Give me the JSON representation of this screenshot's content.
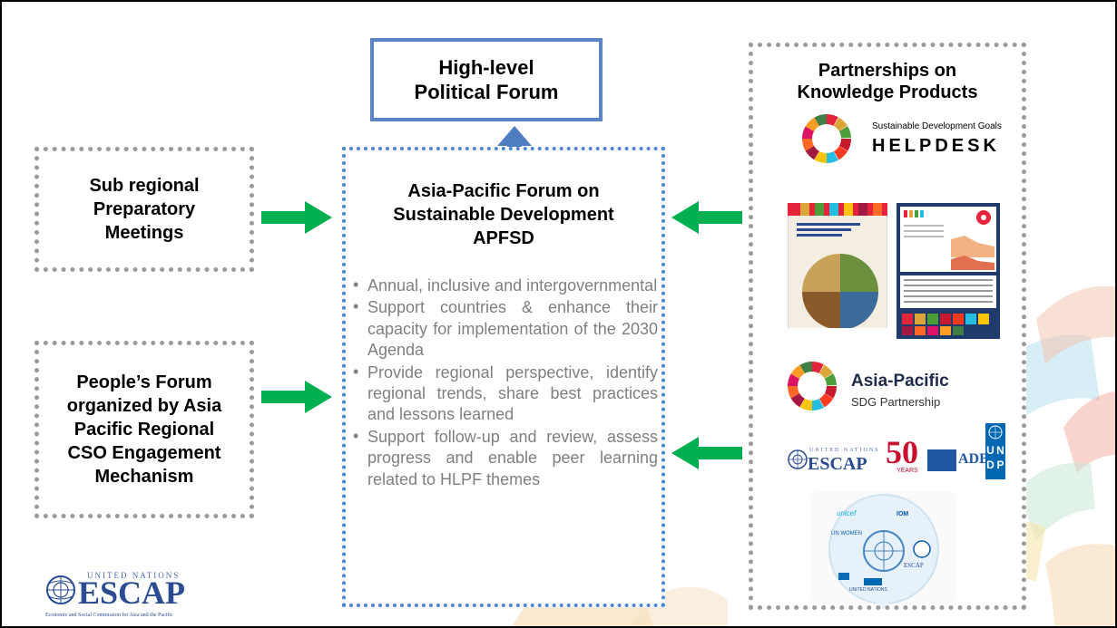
{
  "hlpf": {
    "line1": "High-level",
    "line2": "Political Forum"
  },
  "left_boxes": {
    "sub_regional": [
      "Sub regional",
      "Preparatory",
      "Meetings"
    ],
    "peoples_forum": [
      "People’s Forum",
      "organized by Asia",
      "Pacific Regional",
      "CSO Engagement",
      "Mechanism"
    ]
  },
  "apfsd": {
    "title": [
      "Asia-Pacific Forum on",
      "Sustainable Development",
      "APFSD"
    ],
    "bullets": [
      "Annual, inclusive and intergovernmental",
      "Support countries & enhance their capacity for implementation of the 2030 Agenda",
      "Provide regional perspective, identify regional trends, share best practices and lessons learned",
      "Support follow-up and review, assess progress and enable peer learning related to HLPF themes"
    ]
  },
  "knowledge_products": {
    "title": [
      "Partnerships on",
      "Knowledge Products"
    ],
    "helpdesk_small": "Sustainable Development Goals",
    "helpdesk_big": "HELPDESK",
    "ap_partnership_title": "Asia-Pacific",
    "ap_partnership_sub": "SDG Partnership",
    "escap_un": "UNITED NATIONS",
    "escap_word": "ESCAP",
    "fifty": "50",
    "fifty_sub": "YEARS",
    "adb": "ADB",
    "undp": [
      "U",
      "N",
      "D",
      "P"
    ],
    "unicef": "unicef",
    "iom": "IOM",
    "un_women": "UN WOMEN",
    "escap_small": "ESCAP",
    "un_small": "UNITED NATIONS"
  },
  "footer_logo": {
    "un": "UNITED NATIONS",
    "escap": "ESCAP",
    "caption": "Economic and Social Commission for Asia and the Pacific"
  },
  "colors": {
    "hlpf_border": "#5b84c4",
    "apfsd_border": "#4a86d8",
    "gray_dots": "#9a9a9a",
    "green_arrow": "#00b050",
    "blue_arrow": "#4f7ec0",
    "bullet_text": "#7f7f7f"
  }
}
